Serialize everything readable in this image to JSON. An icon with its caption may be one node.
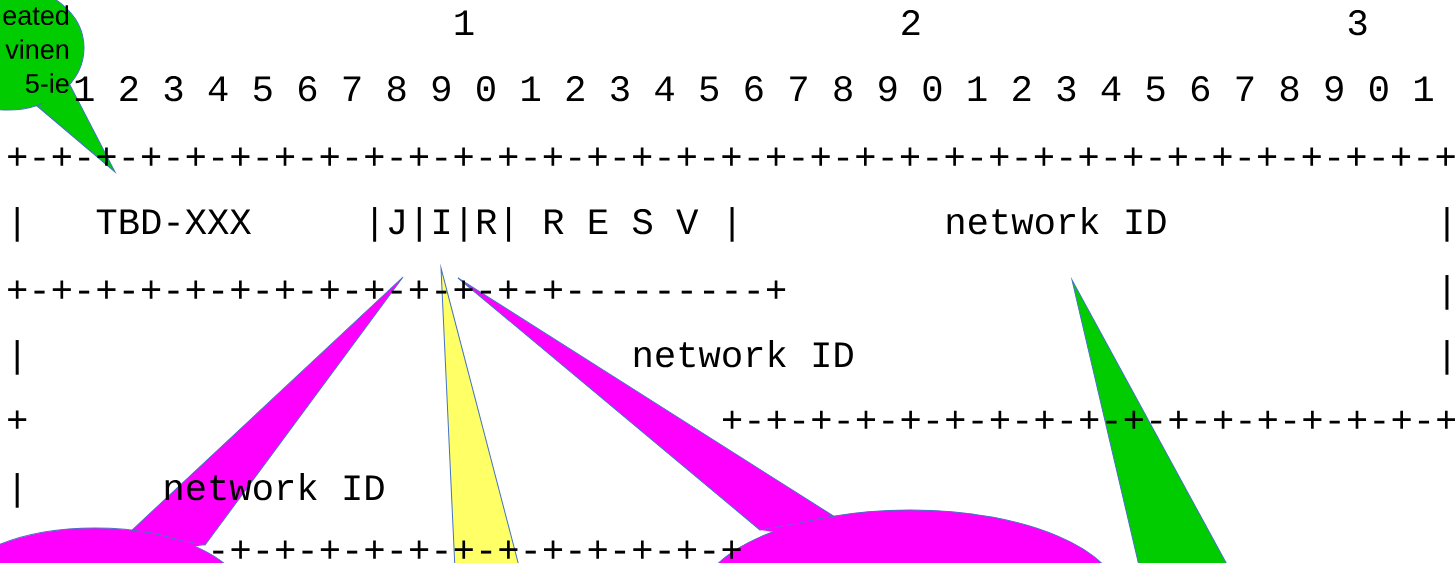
{
  "diagram": {
    "nodes": [
      {
        "text": [
          "eated vinen 5-ie"
        ]
      },
      {
        "text": [],
        "shape": "callout"
      },
      {
        "text": [],
        "shape": "callout"
      },
      {
        "text": [],
        "shape": "callout"
      },
      {
        "text": [],
        "shape": "callout"
      }
    ],
    "labels": [
      "1",
      "2",
      "3",
      "1 2 3 4 5 6 7 8 9 0 1 2 3 4 5 6 7 8 9 0 1 2 3 4 5 6 7 8 9 0 1",
      "+-+-+-+-+-+-+-+-+-+-+-+-+-+-+-+-+-+-+-+-+-+-+-+-+-+-+-+-+-+-+-+-+",
      "|",
      "TBD-XXX",
      "|J|I|R|",
      "R E S V",
      "|",
      "network ID",
      "|",
      "+-+-+-+-+-+-+-+-+-+-+-+-+---------+",
      "|",
      "|",
      "network ID",
      "|",
      "+",
      "+-+-+-+-+-+-+-+-+-+-+-+-+-+-+-+-+",
      "|",
      "network ID",
      "-+-+-+-+-+-+-+-+-+-+-+-+"
    ]
  }
}
